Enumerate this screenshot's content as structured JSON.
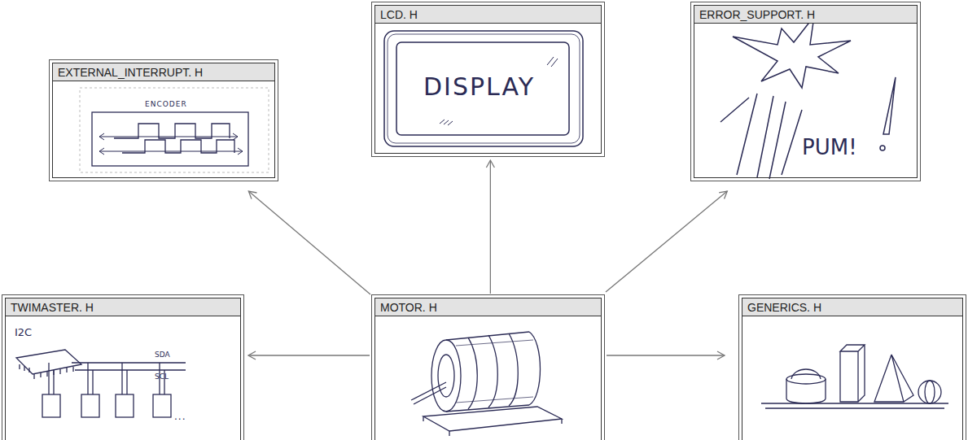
{
  "diagram": {
    "nodes": [
      {
        "text": [
          "EXTERNAL_INTERRUPT. H"
        ]
      },
      {
        "text": [
          "LCD. H"
        ]
      },
      {
        "text": [
          "ERROR_SUPPORT. H"
        ]
      },
      {
        "text": [
          "TWIMASTER. H"
        ]
      },
      {
        "text": [
          "MOTOR. H"
        ]
      },
      {
        "text": [
          "GENERICS. H"
        ]
      }
    ],
    "edges": [
      {
        "from": 4,
        "to": 0,
        "arrow": "to"
      },
      {
        "from": 4,
        "to": 1,
        "arrow": "to"
      },
      {
        "from": 4,
        "to": 2,
        "arrow": "to"
      },
      {
        "from": 4,
        "to": 3,
        "arrow": "to"
      },
      {
        "from": 4,
        "to": 5,
        "arrow": "to"
      }
    ],
    "labels": [
      "ENCODER",
      "DISPLAY",
      "PUM!",
      "I2C",
      "SDA",
      "SCL",
      "..."
    ]
  }
}
